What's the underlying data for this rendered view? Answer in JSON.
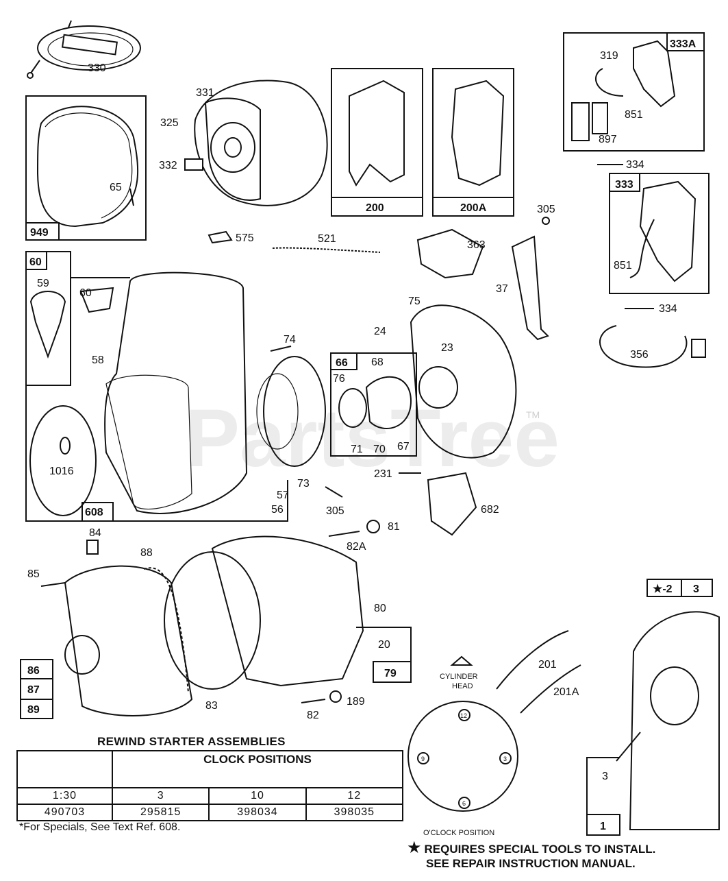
{
  "watermark": {
    "text": "PartsTree",
    "tm": "TM"
  },
  "labels": {
    "p330": "330",
    "p949": "949",
    "p65": "65",
    "p331": "331",
    "p325": "325",
    "p332": "332",
    "p200": "200",
    "p200A": "200A",
    "p319": "319",
    "p333A": "333A",
    "p851a": "851",
    "p897": "897",
    "p334a": "334",
    "p333": "333",
    "p851b": "851",
    "p334b": "334",
    "p575": "575",
    "p521": "521",
    "p363": "363",
    "p305a": "305",
    "p37": "37",
    "p60box": "60",
    "p59": "59",
    "p60": "60",
    "p58": "58",
    "p74": "74",
    "p24": "24",
    "p75": "75",
    "p23": "23",
    "p66": "66",
    "p68": "68",
    "p76": "76",
    "p71": "71",
    "p70": "70",
    "p67": "67",
    "p356": "356",
    "p1016": "1016",
    "p608": "608",
    "p57": "57",
    "p56": "56",
    "p73": "73",
    "p305b": "305",
    "p231": "231",
    "p682": "682",
    "p84": "84",
    "p88": "88",
    "p81": "81",
    "p82A": "82A",
    "p85": "85",
    "p80": "80",
    "p20": "20",
    "p79": "79",
    "p86": "86",
    "p87": "87",
    "p89": "89",
    "p83": "83",
    "p82": "82",
    "p189": "189",
    "pstar2": "★-2",
    "p3box": "3",
    "p201": "201",
    "p201A": "201A",
    "p3": "3",
    "p1": "1"
  },
  "clock": {
    "head_line1": "CYLINDER",
    "head_line2": "HEAD",
    "caption": "O'CLOCK POSITION",
    "pos12": "12",
    "pos3": "3",
    "pos6": "6",
    "pos9": "9"
  },
  "table": {
    "title": "REWIND STARTER ASSEMBLIES",
    "header": "CLOCK POSITIONS",
    "positions": [
      "1:30",
      "3",
      "10",
      "12"
    ],
    "parts": [
      "490703",
      "295815",
      "398034",
      "398035"
    ]
  },
  "note": "*For Specials, See Text Ref. 608.",
  "special": {
    "line1": "REQUIRES SPECIAL TOOLS TO INSTALL.",
    "line2": "SEE REPAIR INSTRUCTION MANUAL."
  }
}
